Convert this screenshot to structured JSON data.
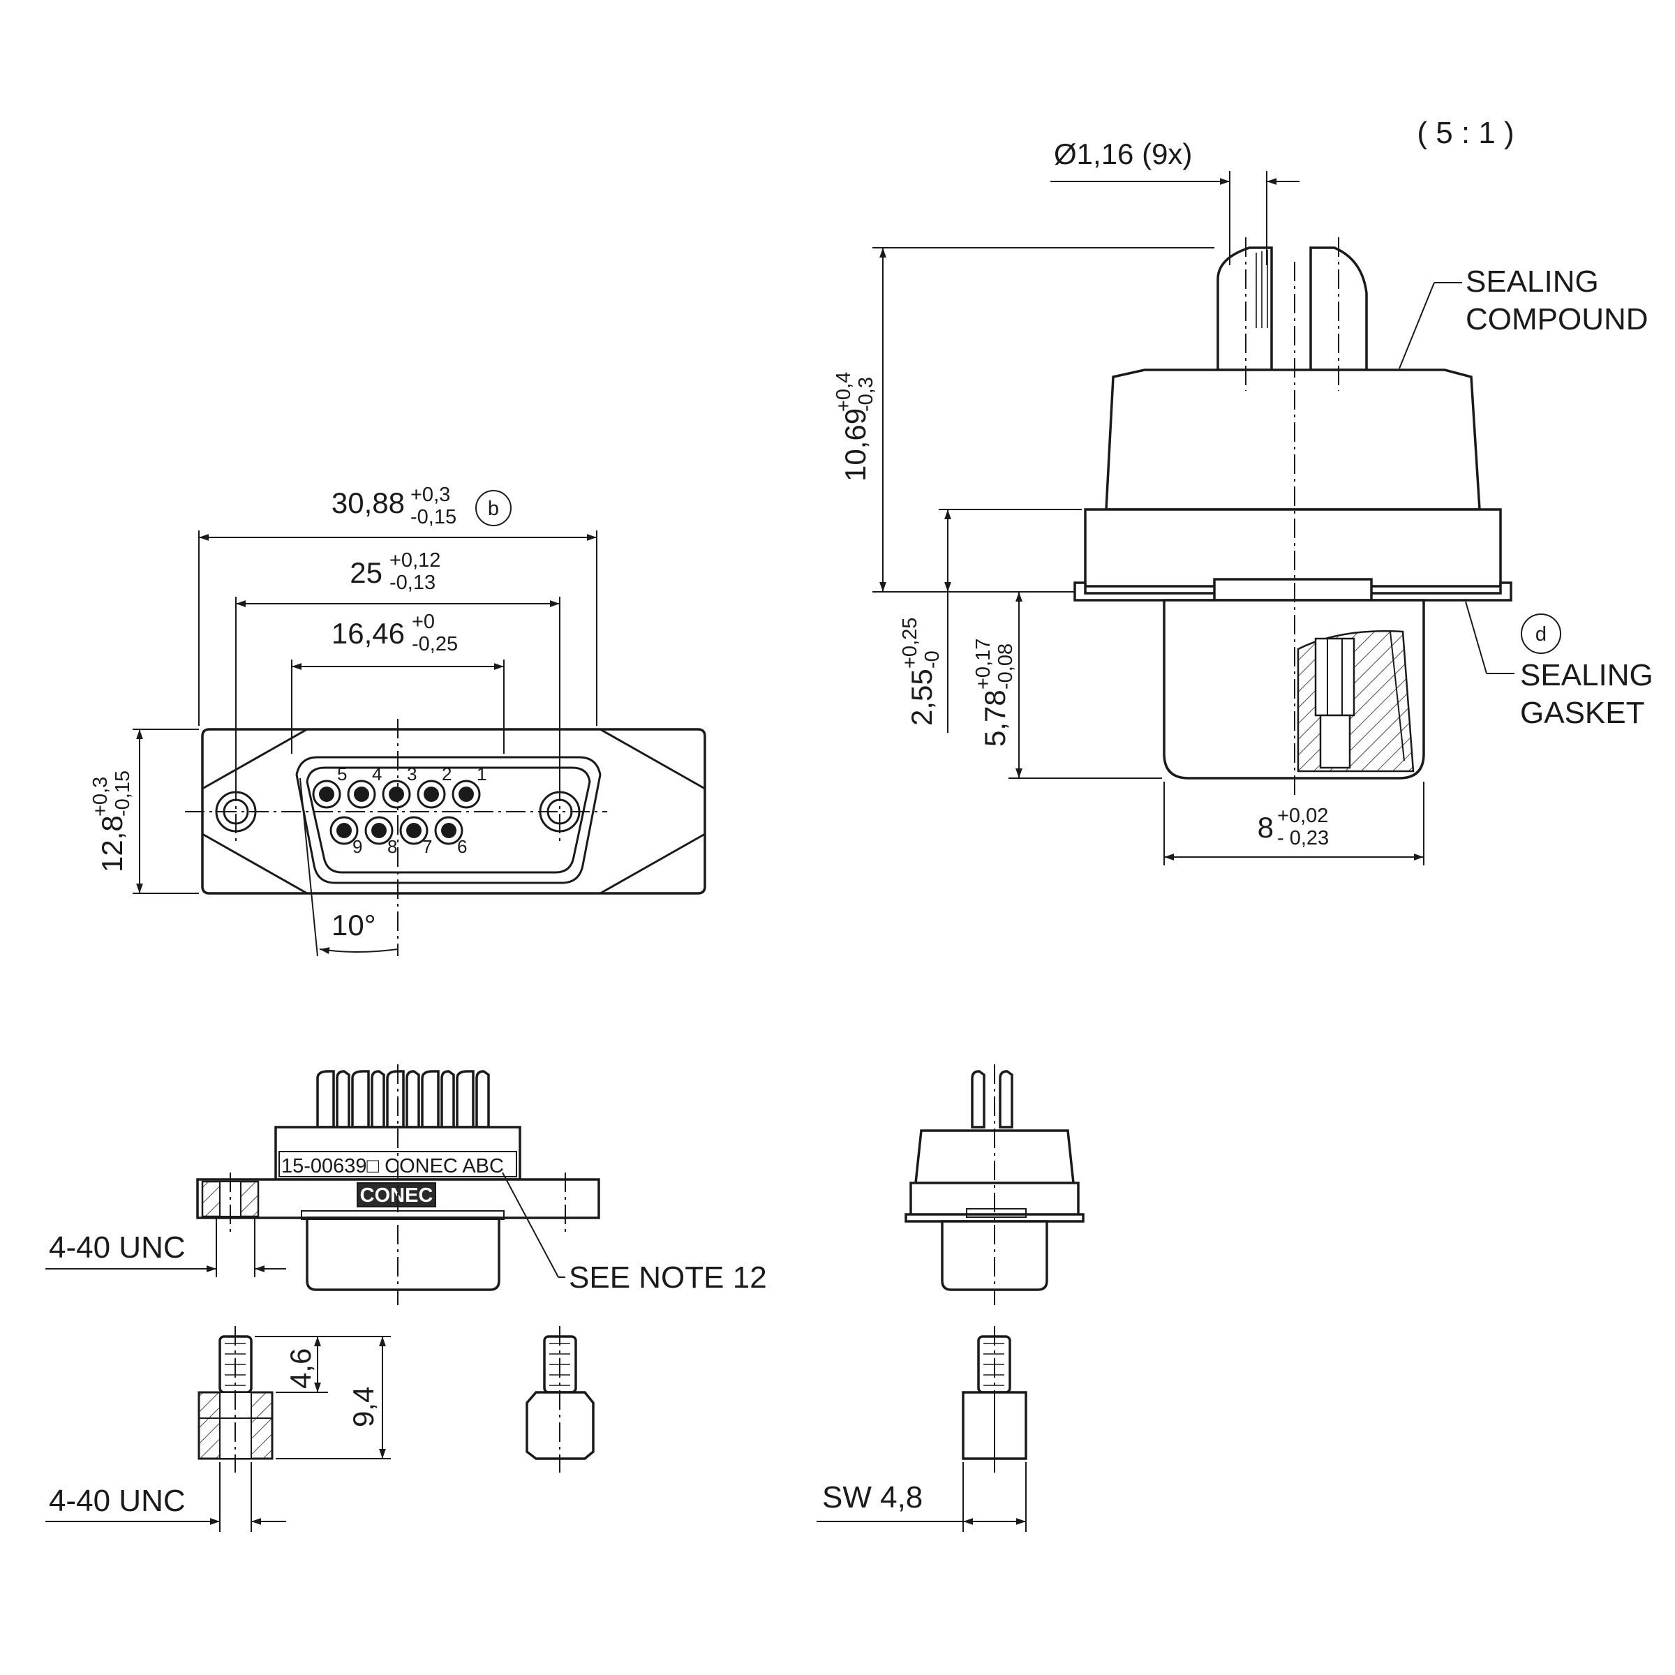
{
  "scale": "( 5 : 1 )",
  "dimensions": {
    "pin_diameter": {
      "text": "Ø1,16 (9x)"
    },
    "overall_width": {
      "value": "30,88",
      "tol_plus": "+0,3",
      "tol_minus": "-0,15",
      "note": "b"
    },
    "mount_hole_spacing": {
      "value": "25",
      "tol_plus": "+0,12",
      "tol_minus": "-0,13"
    },
    "shell_width": {
      "value": "16,46",
      "tol_plus": "+0",
      "tol_minus": "-0,25"
    },
    "flange_height": {
      "value": "12,8",
      "tol_plus": "+0,3",
      "tol_minus": "-0,15"
    },
    "shell_angle": {
      "text": "10°"
    },
    "overall_height": {
      "value": "10,69",
      "tol_plus": "+0,4",
      "tol_minus": "-0,3"
    },
    "flange_thickness": {
      "value": "2,55",
      "tol_plus": "+0,25",
      "tol_minus": "-0"
    },
    "shell_depth": {
      "value": "5,78",
      "tol_plus": "+0,17",
      "tol_minus": "-0,08"
    },
    "shell_side_width": {
      "value": "8",
      "tol_plus": "+0,02",
      "tol_minus": "- 0,23"
    },
    "standoff_thread_length": {
      "text": "4,6"
    },
    "standoff_length": {
      "text": "9,4"
    }
  },
  "labels": {
    "sealing_compound": [
      "SEALING",
      "COMPOUND"
    ],
    "sealing_gasket": [
      "SEALING",
      "GASKET"
    ],
    "gasket_note": "d",
    "thread_top": "4-40 UNC",
    "thread_bottom": "4-40 UNC",
    "see_note": "SEE NOTE 12",
    "marking": "15-00639□  CONEC  ABC",
    "logo": "CONEC",
    "wrench_size": "SW 4,8"
  },
  "pin_numbers": {
    "top_row": [
      "5",
      "4",
      "3",
      "2",
      "1"
    ],
    "bottom_row": [
      "9",
      "8",
      "7",
      "6"
    ]
  }
}
